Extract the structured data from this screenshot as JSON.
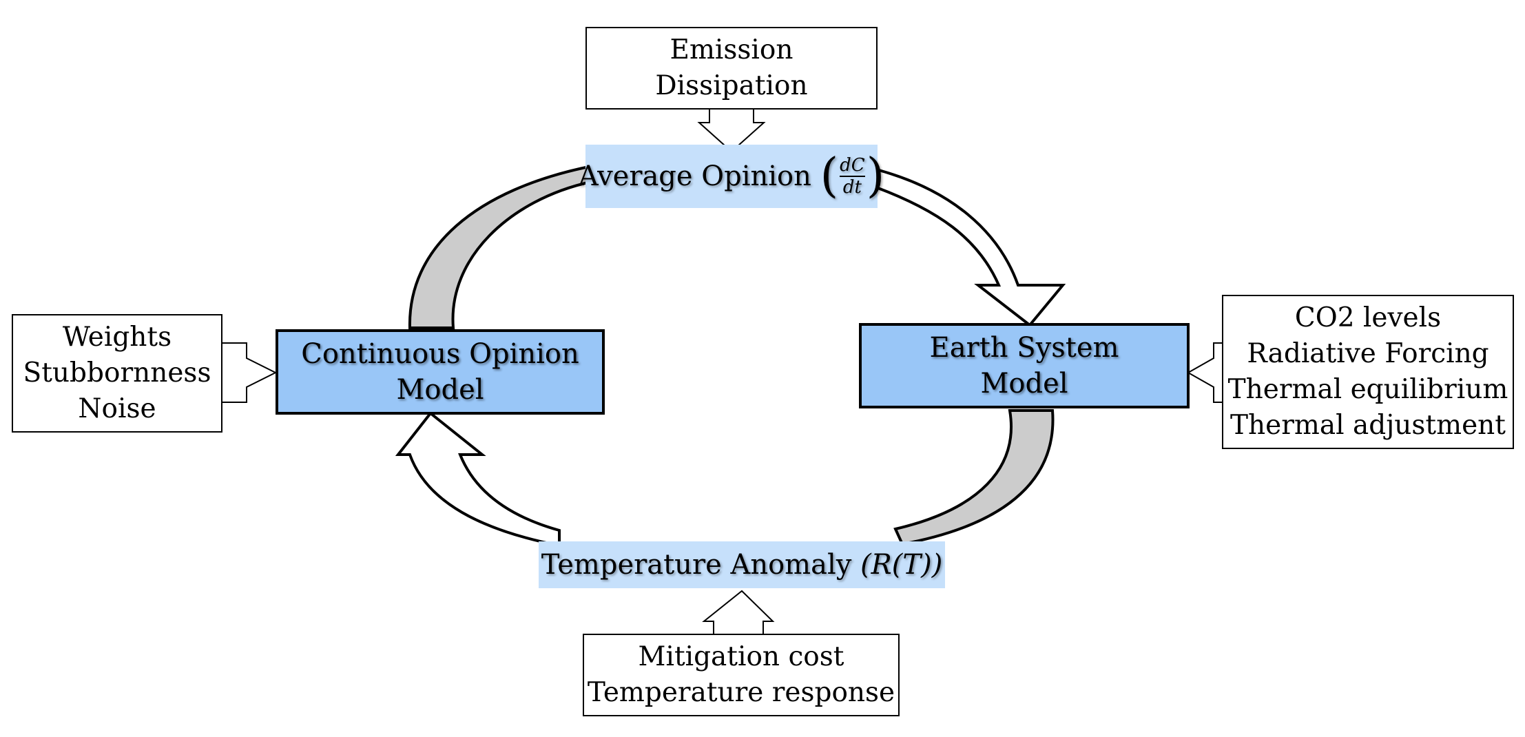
{
  "inputs": {
    "top": [
      "Emission",
      "Dissipation"
    ],
    "left": [
      "Weights",
      "Stubbornness",
      "Noise"
    ],
    "right": [
      "CO2 levels",
      "Radiative Forcing",
      "Thermal equilibrium",
      "Thermal adjustment"
    ],
    "bottom": [
      "Mitigation cost",
      "Temperature response"
    ]
  },
  "models": {
    "opinion": [
      "Continuous Opinion",
      "Model"
    ],
    "earth": [
      "Earth System",
      "Model"
    ]
  },
  "variables": {
    "average_opinion": {
      "label": "Average Opinion ",
      "frac_num": "dC",
      "frac_den": "dt",
      "open": "(",
      "close": ")"
    },
    "temperature_anomaly": {
      "label": "Temperature Anomaly ",
      "math": "(R(T))"
    }
  },
  "colors": {
    "model_fill": "#99c6f7",
    "variable_fill": "#c6e0fb",
    "band_fill": "#cccccc",
    "stroke": "#000000"
  }
}
